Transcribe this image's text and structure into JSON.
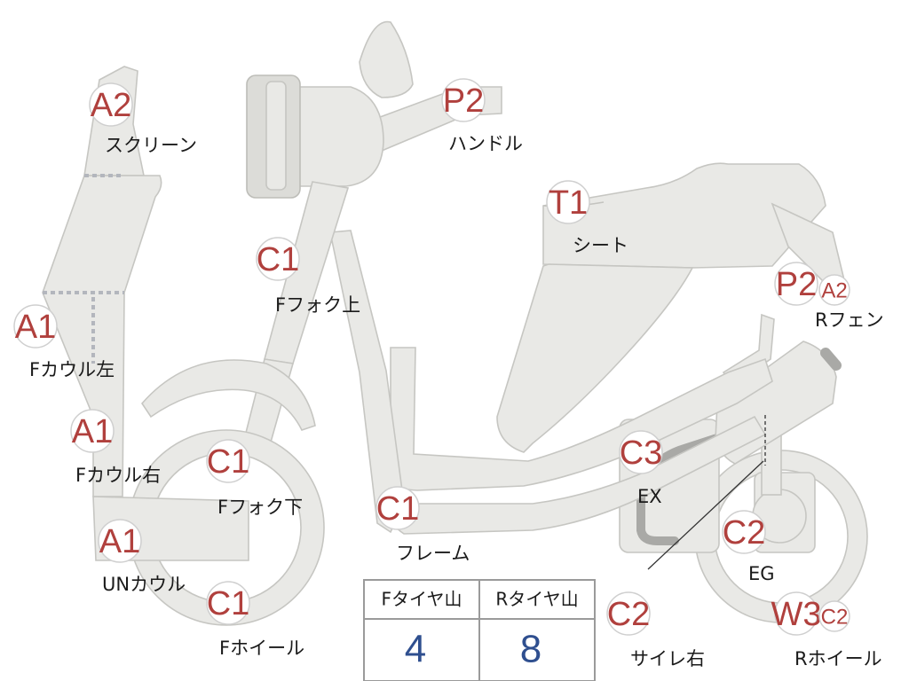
{
  "parts": [
    {
      "code": "A2",
      "name": "スクリーン"
    },
    {
      "code": "P2",
      "name": "ハンドル"
    },
    {
      "code": "C1",
      "name": "Fフォク上"
    },
    {
      "code": "T1",
      "name": "シート"
    },
    {
      "code": "P2",
      "name": "Rフェン"
    },
    {
      "code": "A2",
      "name": ""
    },
    {
      "code": "A1",
      "name": "Fカウル左"
    },
    {
      "code": "A1",
      "name": "Fカウル右"
    },
    {
      "code": "C1",
      "name": "Fフォク下"
    },
    {
      "code": "A1",
      "name": "UNカウル"
    },
    {
      "code": "C1",
      "name": "Fホイール"
    },
    {
      "code": "C1",
      "name": "フレーム"
    },
    {
      "code": "C3",
      "name": "EX"
    },
    {
      "code": "C2",
      "name": "EG"
    },
    {
      "code": "C2",
      "name": "サイレ右"
    },
    {
      "code": "W3",
      "name": "Rホイール"
    },
    {
      "code": "C2",
      "name": ""
    }
  ],
  "tread_table": {
    "headers": [
      "Fタイヤ山",
      "Rタイヤ山"
    ],
    "values": [
      "4",
      "8"
    ]
  },
  "colors": {
    "part_fill": "#e9e9e6",
    "part_stroke": "#c6c6c2",
    "code_text": "#b0403d",
    "value_text": "#2f4f8f"
  }
}
